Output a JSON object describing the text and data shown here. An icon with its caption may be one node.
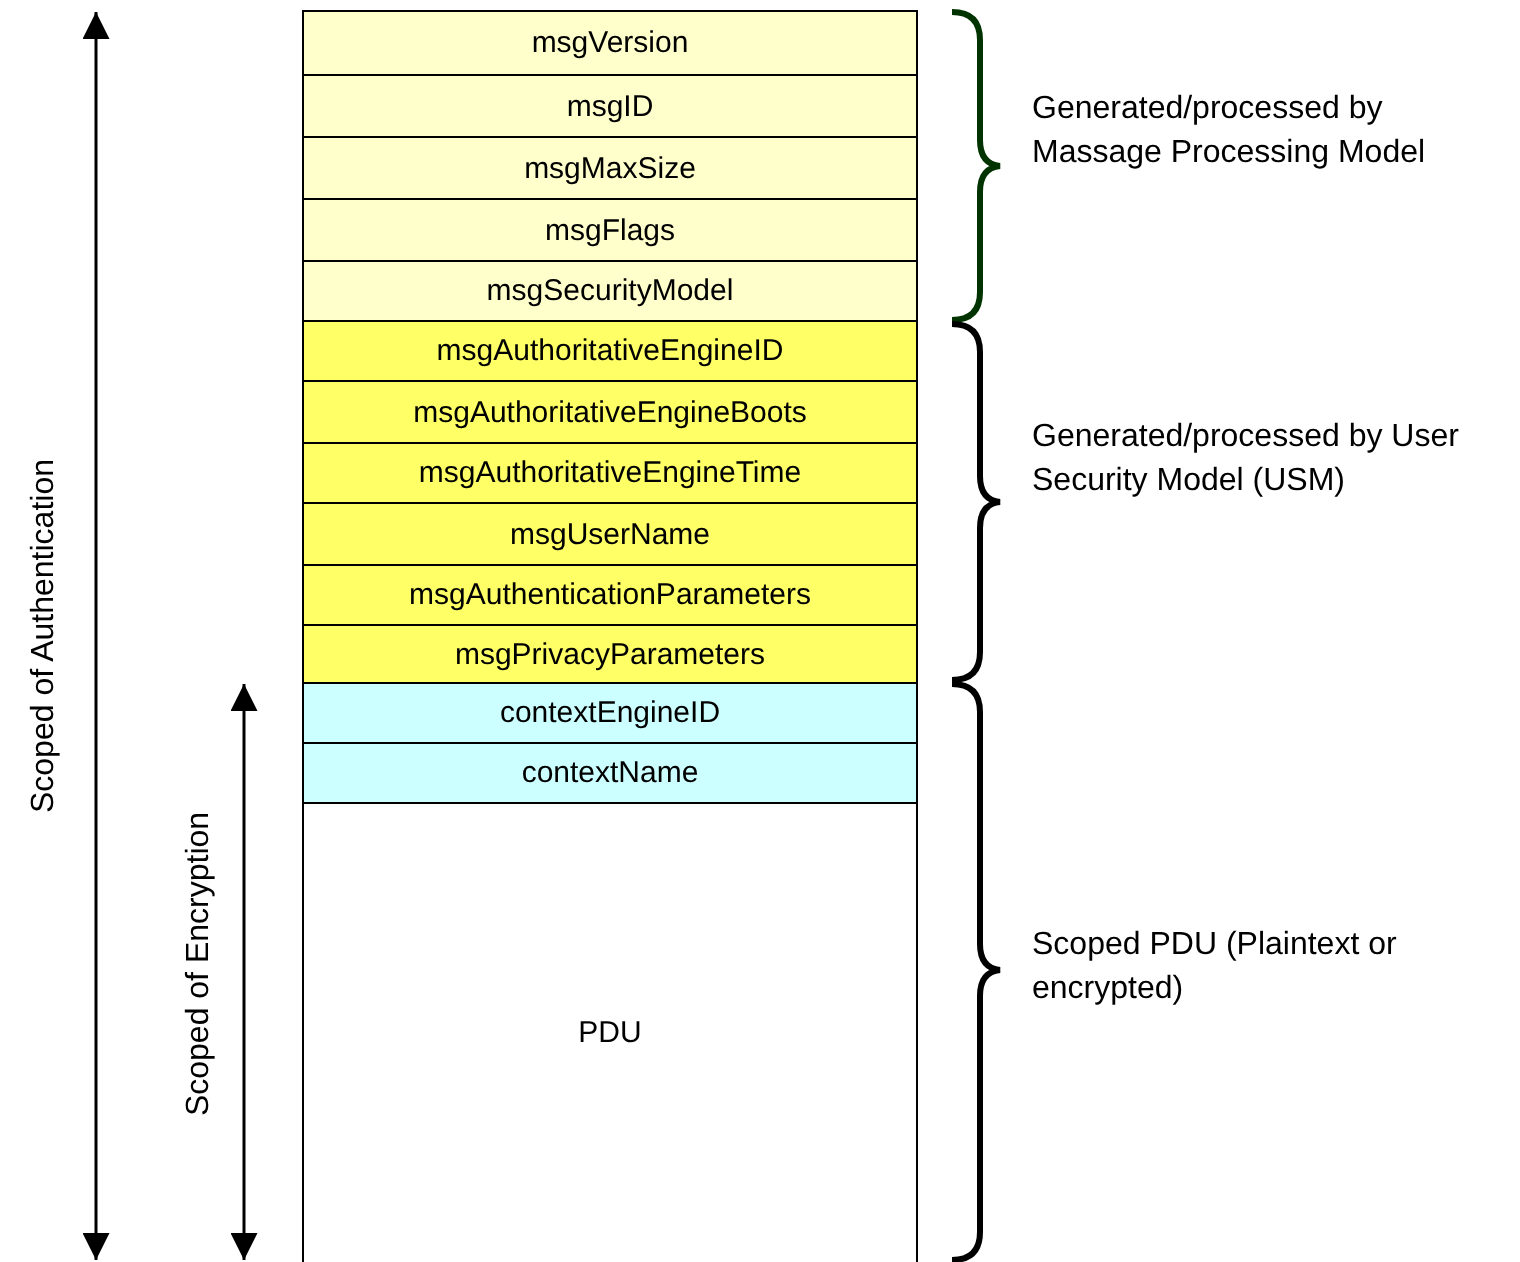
{
  "diagram": {
    "nodes": [
      {
        "text": [
          "msgVersion"
        ]
      },
      {
        "text": [
          "msgID"
        ]
      },
      {
        "text": [
          "msgMaxSize"
        ]
      },
      {
        "text": [
          "msgFlags"
        ]
      },
      {
        "text": [
          "msgSecurityModel"
        ]
      },
      {
        "text": [
          "msgAuthoritativeEngineID"
        ]
      },
      {
        "text": [
          "msgAuthoritativeEngineBoots"
        ]
      },
      {
        "text": [
          "msgAuthoritativeEngineTime"
        ]
      },
      {
        "text": [
          "msgUserName"
        ]
      },
      {
        "text": [
          "msgAuthenticationParameters"
        ]
      },
      {
        "text": [
          "msgPrivacyParameters"
        ]
      },
      {
        "text": [
          "contextEngineID"
        ]
      },
      {
        "text": [
          "contextName"
        ]
      },
      {
        "text": [
          "PDU"
        ]
      }
    ],
    "labels": [
      "Generated/processed by Massage Processing Model",
      "Scoped of Authentication",
      "Generated/processed by User Security Model (USM)",
      "Scoped of Encryption",
      "Scoped PDU (Plaintext or encrypted)"
    ]
  }
}
